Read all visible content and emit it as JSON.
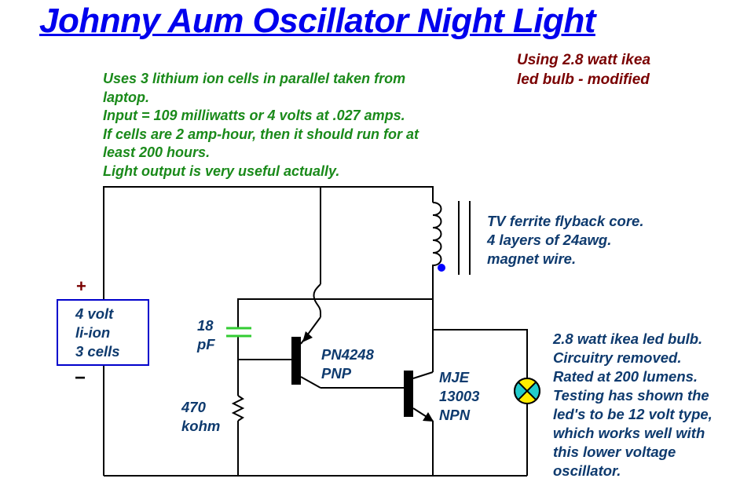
{
  "title": "Johnny Aum Oscillator Night Light",
  "bulb_note": [
    "Using 2.8 watt ikea",
    "led bulb - modified"
  ],
  "notes": [
    "Uses 3 lithium ion cells in parallel taken from",
    "laptop.",
    "Input = 109 milliwatts or 4 volts at .027 amps.",
    "If cells are 2 amp-hour, then it should run for at",
    "least 200 hours.",
    "Light output is very useful actually."
  ],
  "coil_label": [
    "TV ferrite flyback core.",
    "4 layers of 24awg.",
    "magnet wire."
  ],
  "battery": {
    "plus": "+",
    "minus": "−",
    "lines": [
      "4 volt",
      "li-ion",
      "3 cells"
    ]
  },
  "capacitor": [
    "18",
    "pF"
  ],
  "resistor": [
    "470",
    "kohm"
  ],
  "pnp": [
    "PN4248",
    "PNP"
  ],
  "npn": [
    "MJE",
    "13003",
    "NPN"
  ],
  "lamp_label": [
    "2.8 watt ikea led bulb.",
    "Circuitry removed.",
    "Rated at 200 lumens.",
    "Testing has shown the",
    "led's to be 12 volt type,",
    "which works well with",
    "this lower voltage",
    "oscillator."
  ],
  "colors": {
    "title": "#0000ee",
    "notes": "#1a8a1a",
    "labels": "#0e3a6e",
    "bulb_note": "#7a0000",
    "capacitor": "#33cc33",
    "lamp_fill": "#22cccc",
    "lamp_fill_alt": "#ffee00",
    "dot": "#0000ff"
  }
}
